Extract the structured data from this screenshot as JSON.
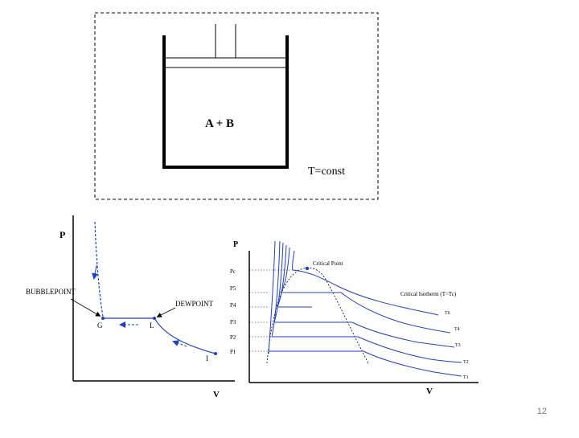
{
  "cylinder": {
    "contents_label": "A + B",
    "temperature_label": "T=const"
  },
  "left_diagram": {
    "y_axis_label": "P",
    "x_axis_label": "V",
    "bubble_point_label": "BUBBLEPOINT",
    "dew_point_label": "DEWPOINT",
    "point_g": "G",
    "point_l": "L",
    "point_i": "I"
  },
  "right_diagram": {
    "y_axis_label": "P",
    "x_axis_label": "V",
    "critical_point_label": "Critical Point",
    "critical_isotherm_label": "Critical Isotherm (T=Tc)",
    "pressure_labels": [
      "Pc",
      "P5",
      "P4",
      "P3",
      "P2",
      "P1"
    ],
    "isotherm_labels": [
      "T6",
      "T4",
      "T3",
      "T2",
      "T1"
    ],
    "colors": {
      "isotherm": "#1f3fc8",
      "axes": "#000000",
      "guide": "#000000"
    }
  },
  "page_number": "12"
}
